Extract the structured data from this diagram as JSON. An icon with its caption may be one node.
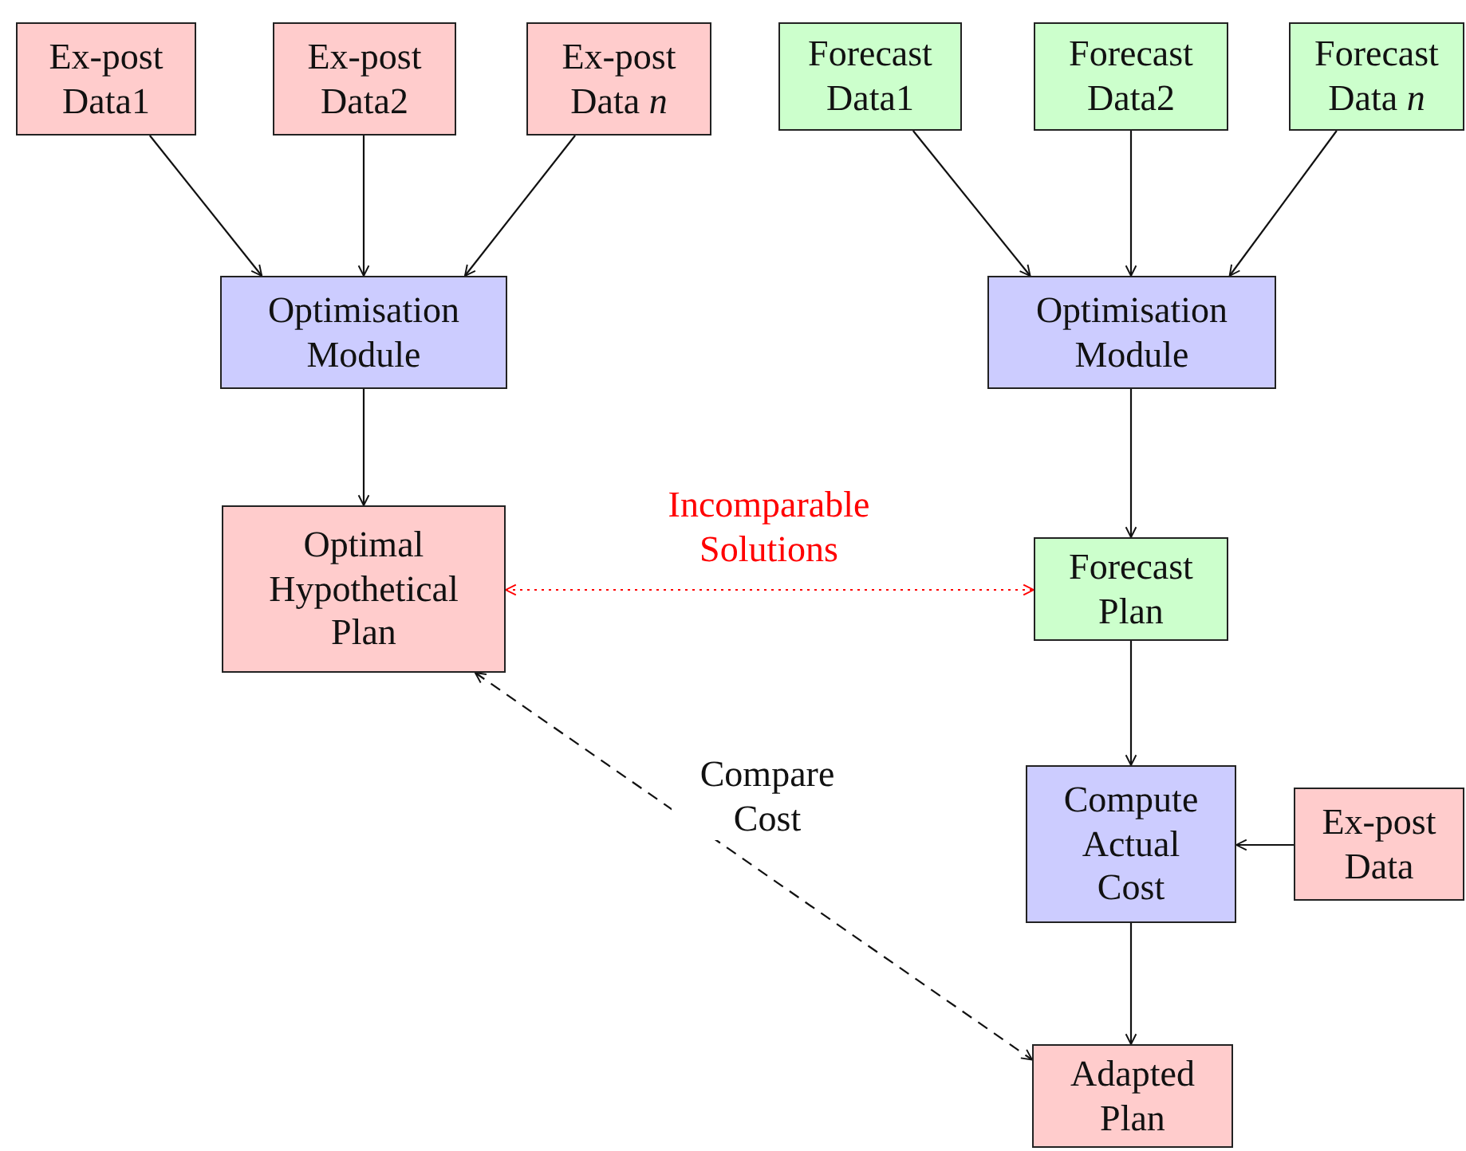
{
  "diagram": {
    "nodes": [
      {
        "text": [
          "Ex-post Data1"
        ]
      },
      {
        "text": [
          "Ex-post Data2"
        ]
      },
      {
        "text": [
          "Ex-post Data *n*"
        ]
      },
      {
        "text": [
          "Forecast Data1"
        ]
      },
      {
        "text": [
          "Forecast Data2"
        ]
      },
      {
        "text": [
          "Forecast Data *n*"
        ]
      },
      {
        "text": [
          "Optimisation Module"
        ]
      },
      {
        "text": [
          "Optimisation Module"
        ]
      },
      {
        "text": [
          "Optimal Hypothetical Plan"
        ]
      },
      {
        "text": [
          "Forecast Plan"
        ]
      },
      {
        "text": [
          "Compute Actual Cost"
        ]
      },
      {
        "text": [
          "Ex-post Data"
        ]
      },
      {
        "text": [
          "Adapted Plan"
        ]
      }
    ],
    "edges": [
      {
        "from": 0,
        "to": 6,
        "arrow": "to"
      },
      {
        "from": 1,
        "to": 6,
        "arrow": "to"
      },
      {
        "from": 2,
        "to": 6,
        "arrow": "to"
      },
      {
        "from": 3,
        "to": 7,
        "arrow": "to"
      },
      {
        "from": 4,
        "to": 7,
        "arrow": "to"
      },
      {
        "from": 5,
        "to": 7,
        "arrow": "to"
      },
      {
        "from": 6,
        "to": 8,
        "arrow": "to"
      },
      {
        "from": 7,
        "to": 9,
        "arrow": "to"
      },
      {
        "from": 8,
        "to": 9,
        "arrow": "both",
        "label": "Incomparable Solutions",
        "style": "dashed",
        "color": "#ff0000"
      },
      {
        "from": 9,
        "to": 10,
        "arrow": "to"
      },
      {
        "from": 11,
        "to": 10,
        "arrow": "to"
      },
      {
        "from": 10,
        "to": 12,
        "arrow": "to"
      },
      {
        "from": 8,
        "to": 12,
        "arrow": "both",
        "label": "Compare Cost",
        "style": "dashed"
      }
    ]
  }
}
